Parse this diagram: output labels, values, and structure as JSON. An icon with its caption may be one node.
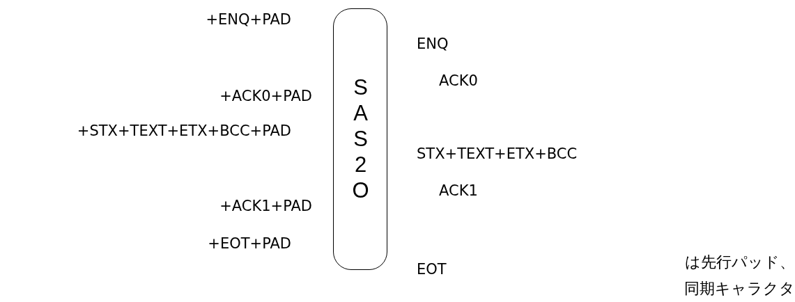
{
  "diagram": {
    "nodes": [
      {
        "text": [
          "SAS2O"
        ]
      }
    ],
    "labels": [
      "+ENQ+PAD",
      "+ACK0+PAD",
      "+STX+TEXT+ETX+BCC+PAD",
      "+ACK1+PAD",
      "+EOT+PAD",
      "ENQ",
      "ACK0",
      "STX+TEXT+ETX+BCC",
      "ACK1",
      "EOT",
      "は先行パッド、同期キャラクタ"
    ]
  }
}
